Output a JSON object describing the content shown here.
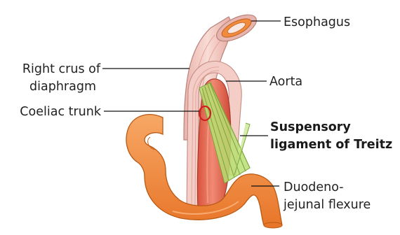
{
  "labels": {
    "esophagus": "Esophagus",
    "right_crus_line1": "Right crus of",
    "right_crus_line2": "diaphragm",
    "aorta": "Aorta",
    "coeliac_trunk": "Coeliac trunk",
    "suspensory_line1": "Suspensory",
    "suspensory_line2": "ligament of Treitz",
    "duodeno_line1": "Duodeno-",
    "duodeno_line2": "jejunal flexure"
  },
  "colors": {
    "esophagus": "#f2c7c1",
    "crus": "#f4cfc8",
    "aorta": "#e56a55",
    "ligament": "#b9df73",
    "duodenum": "#f08a3c",
    "coeliac_ring": "#d01f1f",
    "emphasis_label": "#1a1a1a"
  }
}
